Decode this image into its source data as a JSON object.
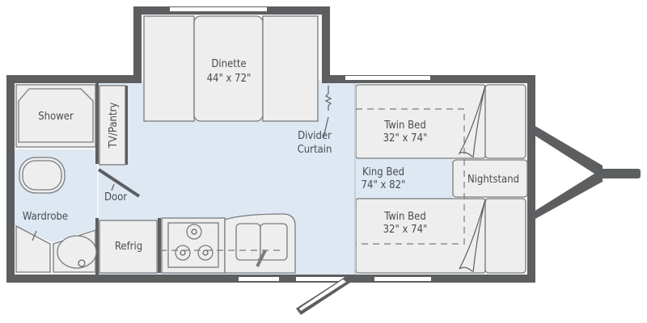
{
  "labels": {
    "dinette": "Dinette",
    "dinette_size": "44\" x 72\"",
    "shower": "Shower",
    "tv_pantry": "TV/Pantry",
    "divider_line1": "Divider",
    "divider_line2": "Curtain",
    "door": "Door",
    "wardrobe": "Wardrobe",
    "refrig": "Refrig",
    "twin_bed_top": "Twin Bed",
    "twin_bed_top_size": "32\" x 74\"",
    "king_bed": "King Bed",
    "king_bed_size": "74\" x 82\"",
    "nightstand": "Nightstand",
    "twin_bed_bottom": "Twin Bed",
    "twin_bed_bottom_size": "32\" x 74\""
  },
  "colors": {
    "wall": "#5d5e60",
    "floor": "#dde8f3",
    "furniture": "#eeeeef"
  }
}
